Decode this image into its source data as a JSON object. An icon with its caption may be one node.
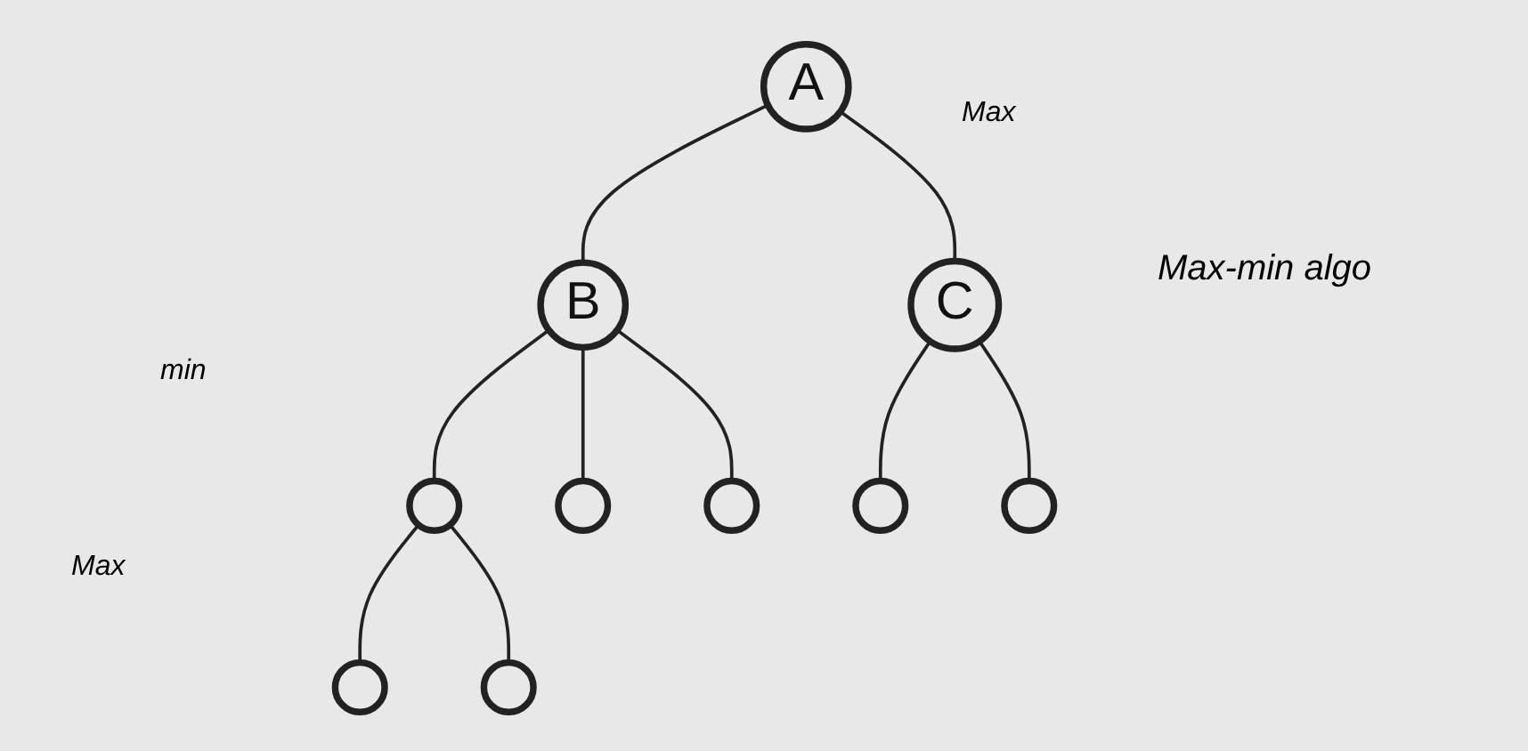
{
  "diagram": {
    "title": "Max-min algo",
    "nodes": [
      {
        "text": [
          "A"
        ]
      },
      {
        "text": [
          "B"
        ]
      },
      {
        "text": [
          "C"
        ]
      },
      {
        "text": [],
        "shape": "circle"
      },
      {
        "text": [],
        "shape": "circle"
      },
      {
        "text": [],
        "shape": "circle"
      },
      {
        "text": [],
        "shape": "circle"
      },
      {
        "text": [],
        "shape": "circle"
      },
      {
        "text": [],
        "shape": "circle"
      },
      {
        "text": [],
        "shape": "circle"
      }
    ],
    "edges": [
      {
        "from": 0,
        "to": 1,
        "arrow": "none"
      },
      {
        "from": 0,
        "to": 2,
        "arrow": "none"
      },
      {
        "from": 1,
        "to": 3,
        "arrow": "none"
      },
      {
        "from": 1,
        "to": 4,
        "arrow": "none"
      },
      {
        "from": 1,
        "to": 5,
        "arrow": "none"
      },
      {
        "from": 2,
        "to": 6,
        "arrow": "none"
      },
      {
        "from": 2,
        "to": 7,
        "arrow": "none"
      },
      {
        "from": 3,
        "to": 8,
        "arrow": "none"
      },
      {
        "from": 3,
        "to": 9,
        "arrow": "none"
      }
    ],
    "labels": [
      "Max",
      "min",
      "Max"
    ]
  }
}
